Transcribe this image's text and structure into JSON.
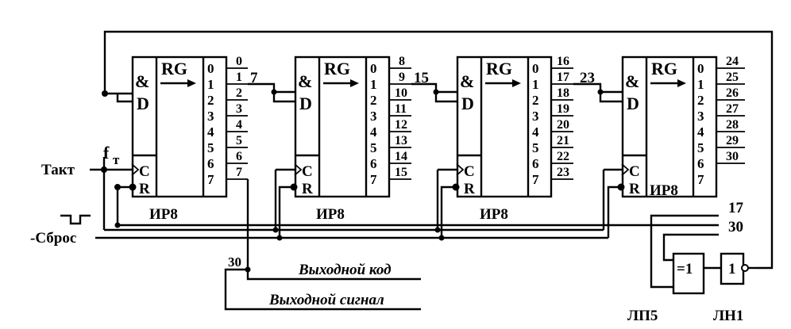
{
  "registers": [
    {
      "gate": "&",
      "d": "D",
      "rg": "RG",
      "c": "C",
      "r": "R",
      "name": "ИР8",
      "pins": [
        "0",
        "1",
        "2",
        "3",
        "4",
        "5",
        "6",
        "7"
      ],
      "outputs": [
        "0",
        "1",
        "2",
        "3",
        "4",
        "5",
        "6",
        "7"
      ]
    },
    {
      "gate": "&",
      "d": "D",
      "rg": "RG",
      "c": "C",
      "r": "R",
      "name": "ИР8",
      "pins": [
        "0",
        "1",
        "2",
        "3",
        "4",
        "5",
        "6",
        "7"
      ],
      "outputs": [
        "8",
        "9",
        "10",
        "11",
        "12",
        "13",
        "14",
        "15"
      ]
    },
    {
      "gate": "&",
      "d": "D",
      "rg": "RG",
      "c": "C",
      "r": "R",
      "name": "ИР8",
      "pins": [
        "0",
        "1",
        "2",
        "3",
        "4",
        "5",
        "6",
        "7"
      ],
      "outputs": [
        "16",
        "17",
        "18",
        "19",
        "20",
        "21",
        "22",
        "23"
      ]
    },
    {
      "gate": "&",
      "d": "D",
      "rg": "RG",
      "c": "C",
      "r": "R",
      "name": "ИР8",
      "pins": [
        "0",
        "1",
        "2",
        "3",
        "4",
        "5",
        "6",
        "7"
      ],
      "outputs": [
        "24",
        "25",
        "26",
        "27",
        "28",
        "29",
        "30"
      ]
    }
  ],
  "junction_labels": {
    "j1": "7",
    "j2": "15",
    "j3": "23"
  },
  "signals": {
    "clock": "Такт",
    "clock_sym": "f",
    "clock_sub": "т",
    "reset": "-Сброс",
    "output_code": "Выходной код",
    "output_signal": "Выходной сигнал",
    "bus_tap": "30",
    "tap_17": "17",
    "tap_30": "30"
  },
  "gates": {
    "xor": {
      "symbol": "=1",
      "name": "ЛП5"
    },
    "inv": {
      "symbol": "1",
      "name": "ЛН1"
    }
  }
}
